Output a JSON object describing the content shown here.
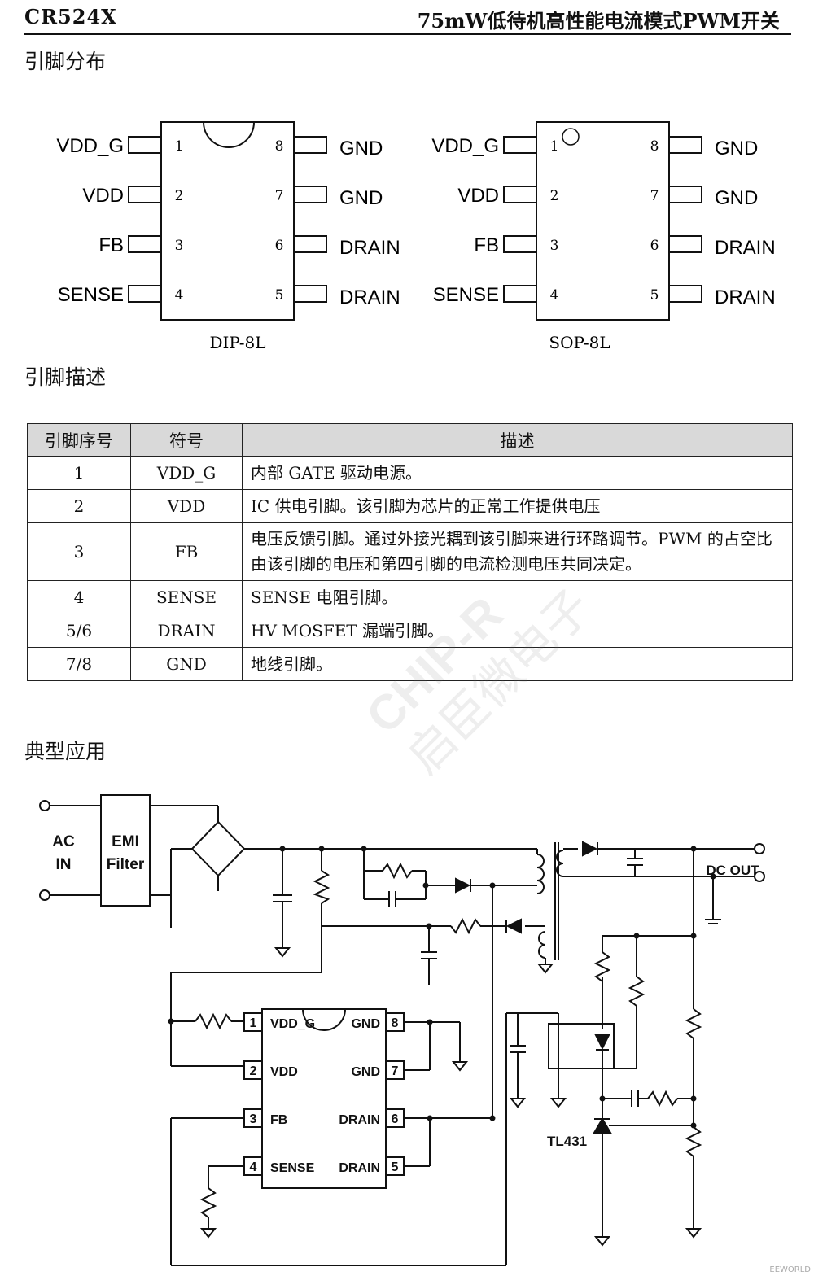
{
  "header": {
    "part": "CR524X",
    "title": "75mW低待机高性能电流模式PWM开关"
  },
  "sections": {
    "pinout": "引脚分布",
    "pin_desc": "引脚描述",
    "app": "典型应用"
  },
  "packages": [
    {
      "caption": "DIP-8L",
      "left": [
        {
          "num": "1",
          "name": "VDD_G"
        },
        {
          "num": "2",
          "name": "VDD"
        },
        {
          "num": "3",
          "name": "FB"
        },
        {
          "num": "4",
          "name": "SENSE"
        }
      ],
      "right": [
        {
          "num": "8",
          "name": "GND"
        },
        {
          "num": "7",
          "name": "GND"
        },
        {
          "num": "6",
          "name": "DRAIN"
        },
        {
          "num": "5",
          "name": "DRAIN"
        }
      ]
    },
    {
      "caption": "SOP-8L",
      "left": [
        {
          "num": "1",
          "name": "VDD_G"
        },
        {
          "num": "2",
          "name": "VDD"
        },
        {
          "num": "3",
          "name": "FB"
        },
        {
          "num": "4",
          "name": "SENSE"
        }
      ],
      "right": [
        {
          "num": "8",
          "name": "GND"
        },
        {
          "num": "7",
          "name": "GND"
        },
        {
          "num": "6",
          "name": "DRAIN"
        },
        {
          "num": "5",
          "name": "DRAIN"
        }
      ]
    }
  ],
  "table": {
    "headers": [
      "引脚序号",
      "符号",
      "描述"
    ],
    "rows": [
      {
        "pin": "1",
        "symbol": "VDD_G",
        "desc": "内部 GATE 驱动电源。"
      },
      {
        "pin": "2",
        "symbol": "VDD",
        "desc": "IC 供电引脚。该引脚为芯片的正常工作提供电压"
      },
      {
        "pin": "3",
        "symbol": "FB",
        "desc": "电压反馈引脚。通过外接光耦到该引脚来进行环路调节。PWM 的占空比由该引脚的电压和第四引脚的电流检测电压共同决定。"
      },
      {
        "pin": "4",
        "symbol": "SENSE",
        "desc": "SENSE 电阻引脚。"
      },
      {
        "pin": "5/6",
        "symbol": "DRAIN",
        "desc": "HV MOSFET  漏端引脚。"
      },
      {
        "pin": "7/8",
        "symbol": "GND",
        "desc": "地线引脚。"
      }
    ]
  },
  "circuit": {
    "ac_in": [
      "AC",
      "IN"
    ],
    "emi": [
      "EMI",
      "Filter"
    ],
    "dc_out": "DC OUT",
    "tl431": "TL431",
    "chip_left": [
      {
        "num": "1",
        "name": "VDD_G"
      },
      {
        "num": "2",
        "name": "VDD"
      },
      {
        "num": "3",
        "name": "FB"
      },
      {
        "num": "4",
        "name": "SENSE"
      }
    ],
    "chip_right": [
      {
        "num": "8",
        "name": "GND"
      },
      {
        "num": "7",
        "name": "GND"
      },
      {
        "num": "6",
        "name": "DRAIN"
      },
      {
        "num": "5",
        "name": "DRAIN"
      }
    ]
  },
  "watermark": {
    "brand": "CHIP-R",
    "cn": "启臣微电子"
  },
  "footer_brand": "EEWORLD"
}
